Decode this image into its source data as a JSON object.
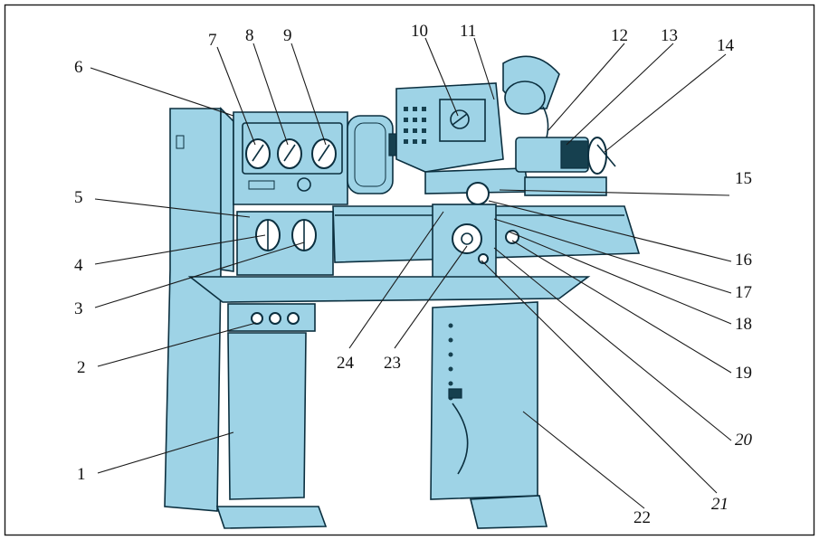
{
  "colors": {
    "frame": "#1a1a1a",
    "ink": "#0b2f3f",
    "tint": "#9ed3e6",
    "shade": "#16404f",
    "label": "#111111"
  },
  "labels": [
    {
      "id": "1",
      "text": "1",
      "italic": false
    },
    {
      "id": "2",
      "text": "2",
      "italic": false
    },
    {
      "id": "3",
      "text": "3",
      "italic": false
    },
    {
      "id": "4",
      "text": "4",
      "italic": false
    },
    {
      "id": "5",
      "text": "5",
      "italic": false
    },
    {
      "id": "6",
      "text": "6",
      "italic": false
    },
    {
      "id": "7",
      "text": "7",
      "italic": false
    },
    {
      "id": "8",
      "text": "8",
      "italic": false
    },
    {
      "id": "9",
      "text": "9",
      "italic": false
    },
    {
      "id": "10",
      "text": "10",
      "italic": false
    },
    {
      "id": "11",
      "text": "11",
      "italic": false
    },
    {
      "id": "12",
      "text": "12",
      "italic": false
    },
    {
      "id": "13",
      "text": "13",
      "italic": false
    },
    {
      "id": "14",
      "text": "14",
      "italic": false
    },
    {
      "id": "15",
      "text": "15",
      "italic": false
    },
    {
      "id": "16",
      "text": "16",
      "italic": false
    },
    {
      "id": "17",
      "text": "17",
      "italic": false
    },
    {
      "id": "18",
      "text": "18",
      "italic": false
    },
    {
      "id": "19",
      "text": "19",
      "italic": false
    },
    {
      "id": "20",
      "text": "20",
      "italic": true
    },
    {
      "id": "21",
      "text": "21",
      "italic": true
    },
    {
      "id": "22",
      "text": "22",
      "italic": false
    },
    {
      "id": "23",
      "text": "23",
      "italic": false
    },
    {
      "id": "24",
      "text": "24",
      "italic": false
    }
  ]
}
